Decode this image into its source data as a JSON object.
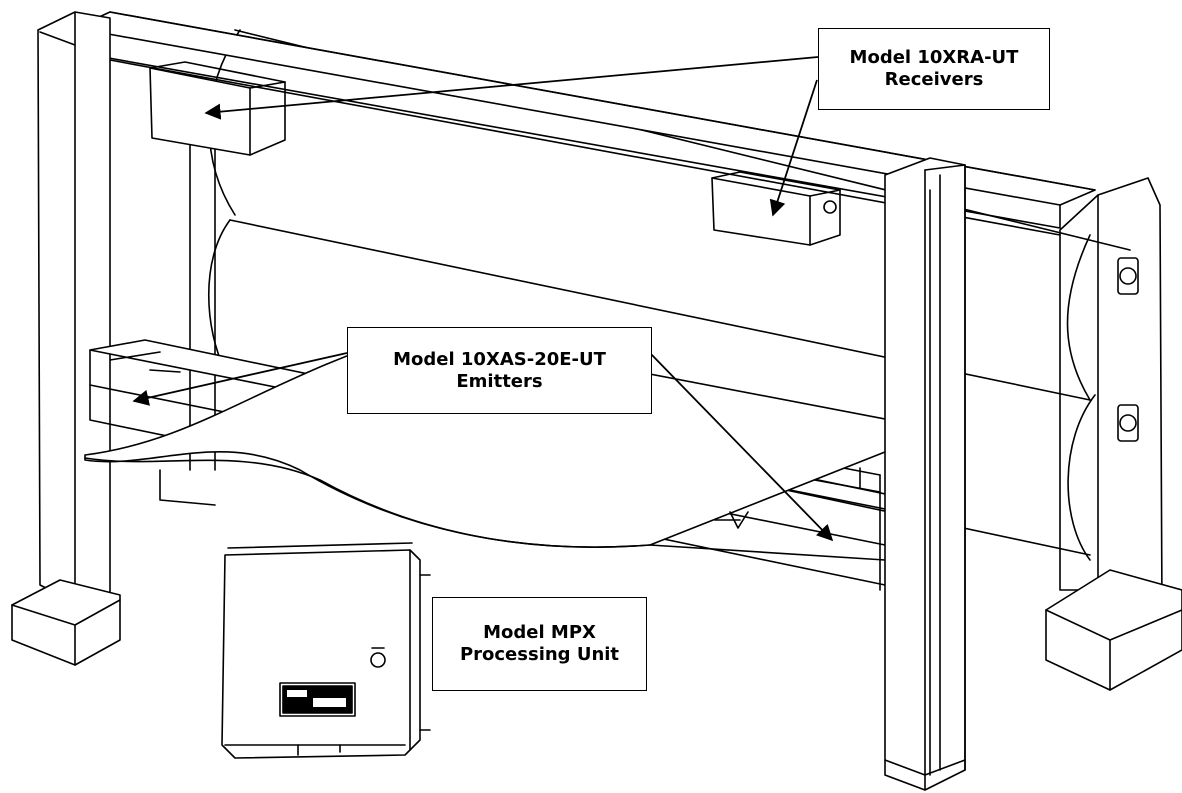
{
  "callouts": {
    "receivers": {
      "line1": "Model 10XRA-UT",
      "line2": "Receivers"
    },
    "emitters": {
      "line1": "Model 10XAS-20E-UT",
      "line2": "Emitters"
    },
    "mpx": {
      "line1": "Model MPX",
      "line2": "Processing Unit"
    }
  },
  "colors": {
    "line": "#000000",
    "background": "#ffffff"
  }
}
